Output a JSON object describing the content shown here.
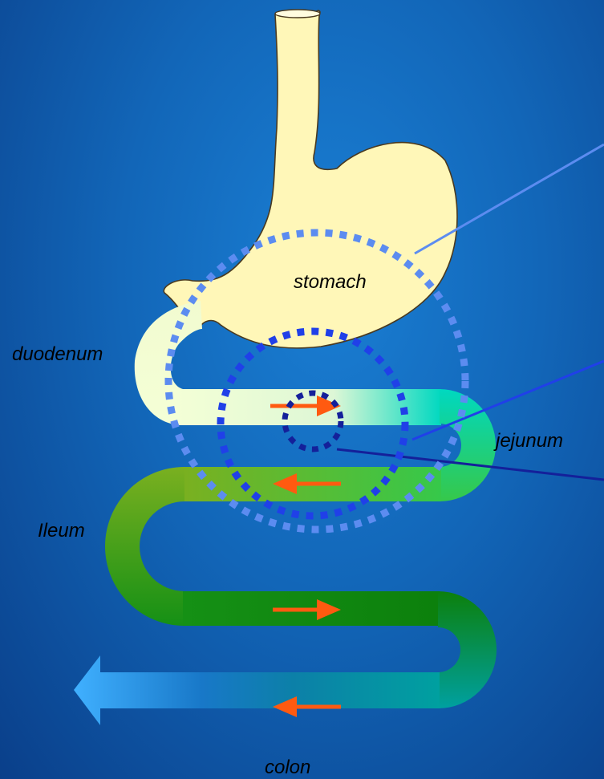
{
  "labels": {
    "stomach": "stomach",
    "duodenum": "duodenum",
    "jejunum": "jejunum",
    "ileum": "Ileum",
    "colon": "colon"
  },
  "colors": {
    "stomach_fill": "#FFF7B8",
    "duodenum": "#F3FFD8",
    "jejunum_start": "#00D8C0",
    "jejunum_end": "#36C84A",
    "ileum_start": "#7AB420",
    "ileum_end": "#108A10",
    "colon_start": "#40B0FF",
    "colon_end": "#00A0A0",
    "arrow": "#FF5A10",
    "circle_outer": "#5C8CF0",
    "circle_mid": "#2040E8",
    "circle_inner": "#14209A"
  }
}
